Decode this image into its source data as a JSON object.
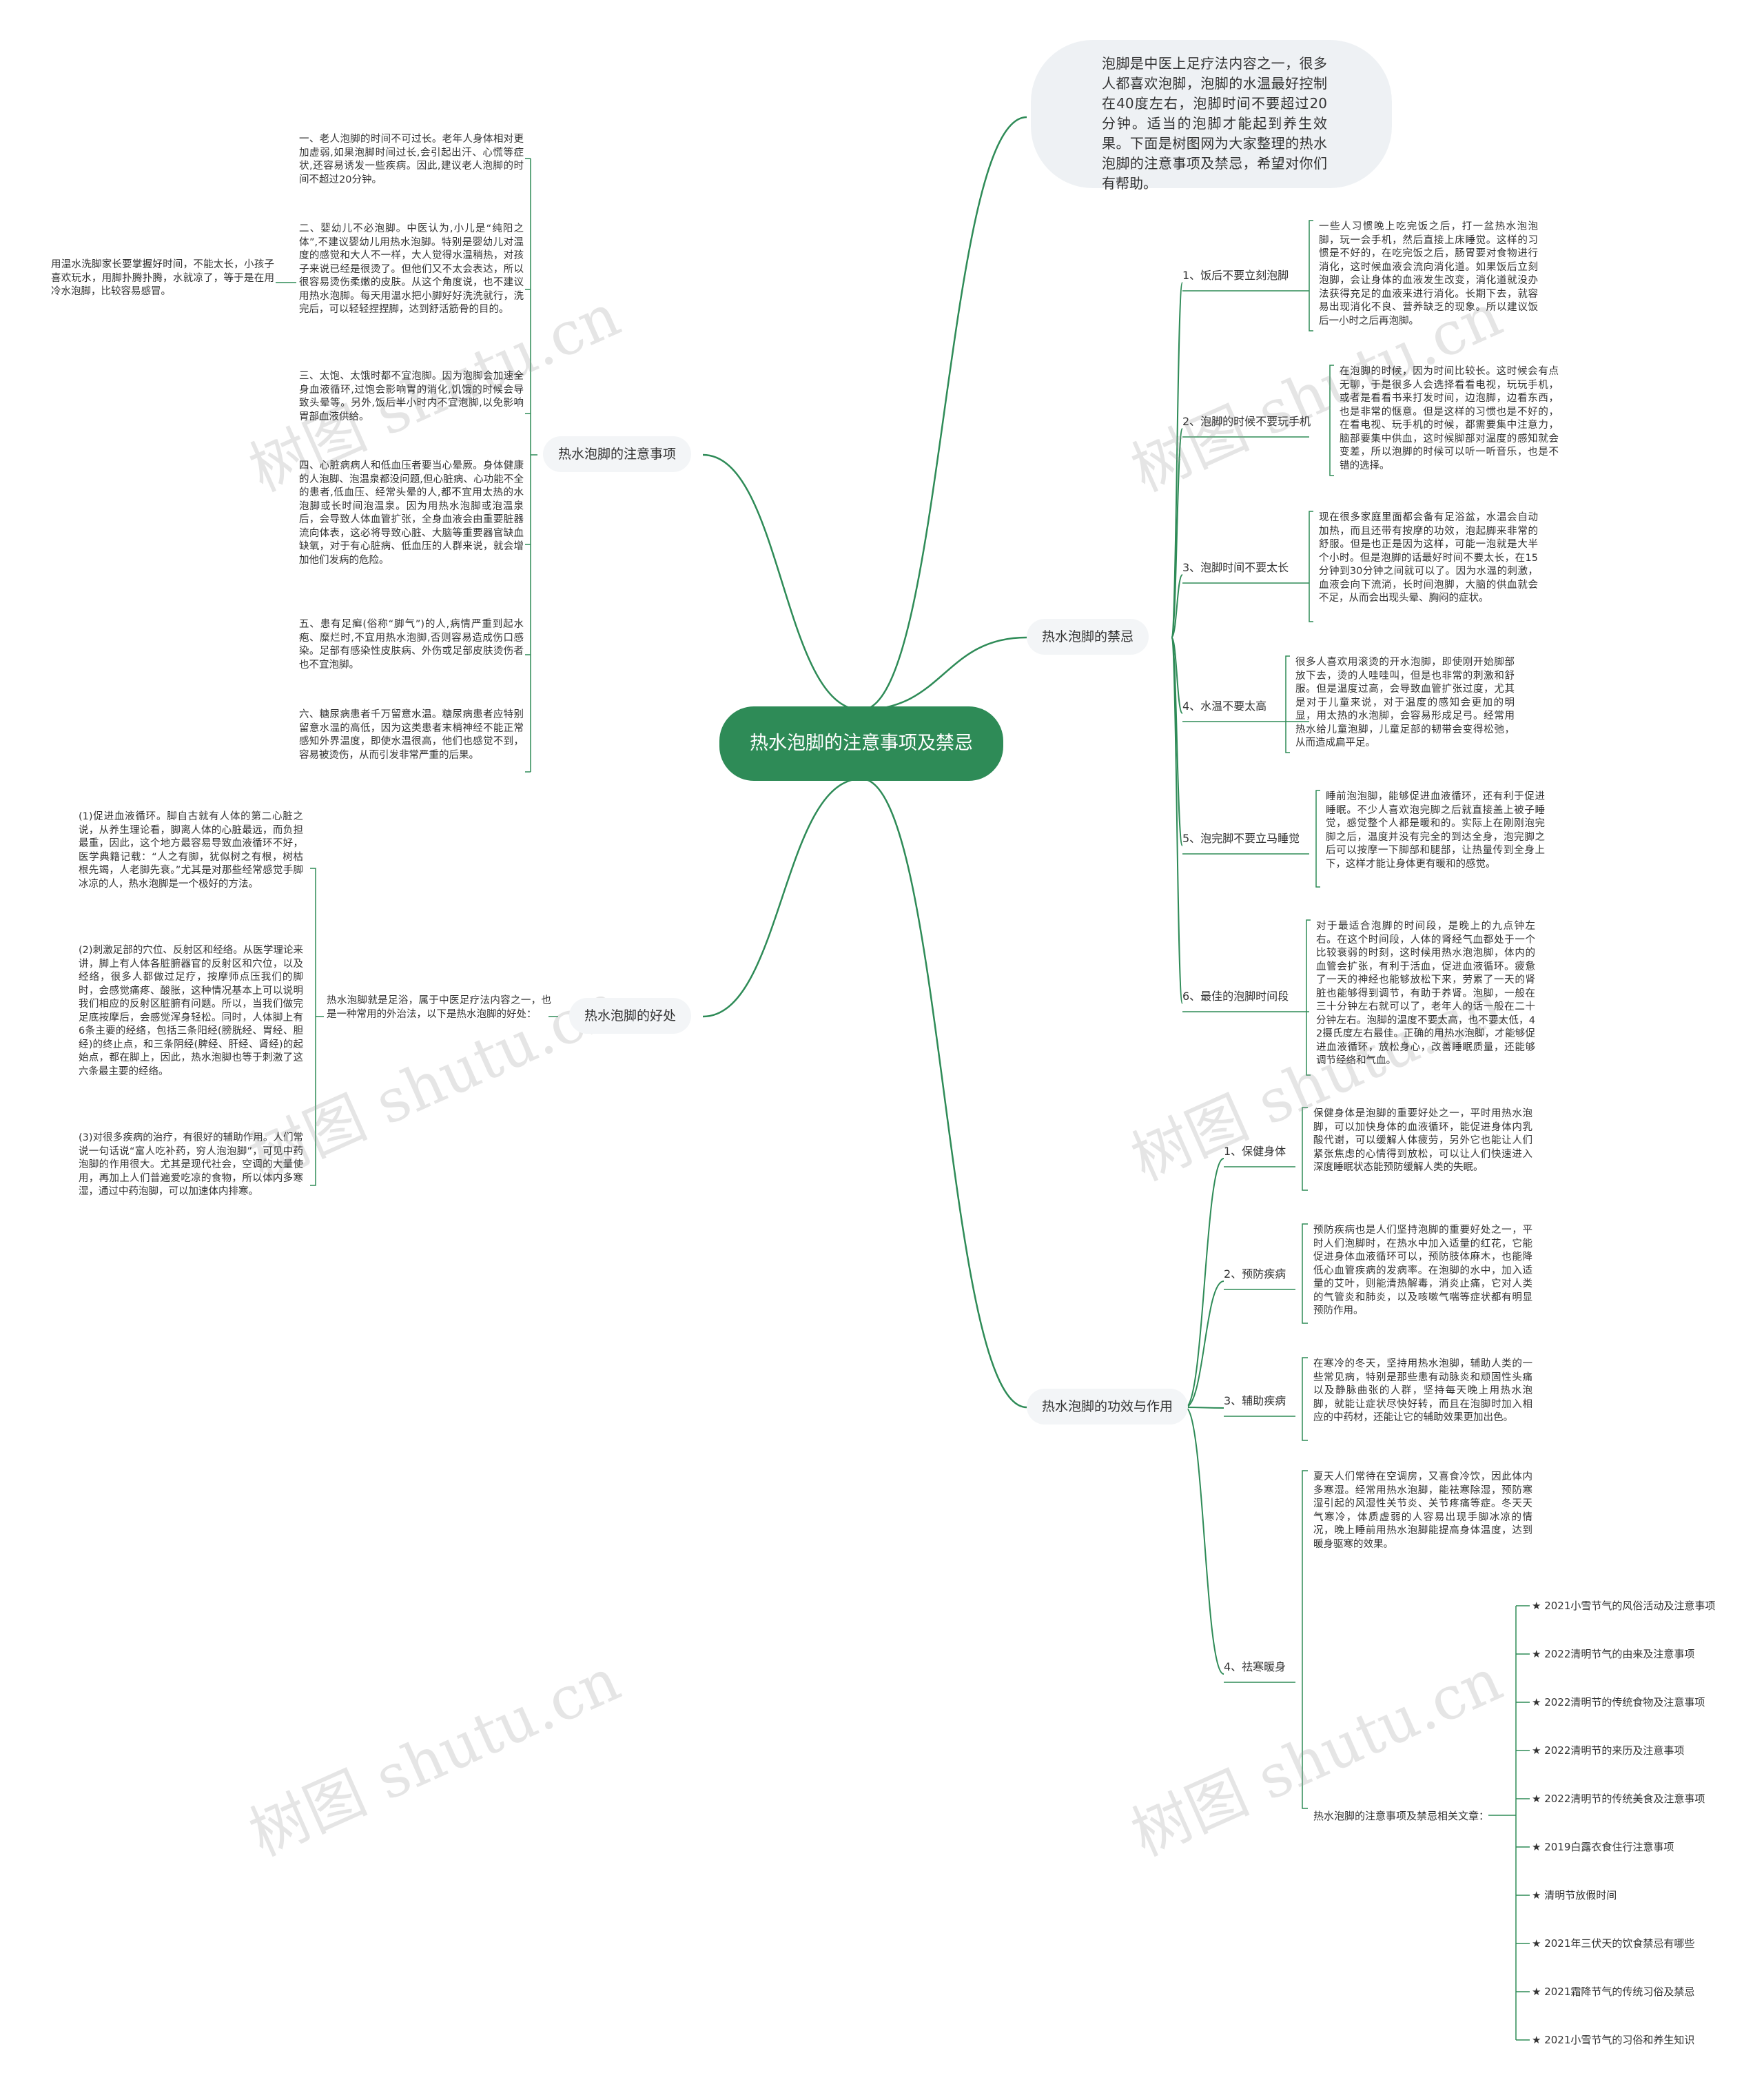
{
  "root": "热水泡脚的注意事项及禁忌",
  "intro": "泡脚是中医上足疗法内容之一，很多人都喜欢泡脚，泡脚的水温最好控制在40度左右，泡脚时间不要超过20分钟。适当的泡脚才能起到养生效果。下面是树图网为大家整理的热水泡脚的注意事项及禁忌，希望对你们有帮助。",
  "watermark": "树图 shutu.cn",
  "branches": {
    "attention": {
      "label": "热水泡脚的注意事项",
      "side_note": "用温水洗脚家长要掌握好时间，不能太长，小孩子喜欢玩水，用脚扑腾扑腾，水就凉了，等于是在用冷水泡脚，比较容易感冒。",
      "items": [
        "一、老人泡脚的时间不可过长。老年人身体相对更加虚弱,如果泡脚时间过长,会引起出汗、心慌等症状,还容易诱发一些疾病。因此,建议老人泡脚的时间不超过20分钟。",
        "二、婴幼儿不必泡脚。中医认为,小儿是“纯阳之体”,不建议婴幼儿用热水泡脚。特别是婴幼儿对温度的感觉和大人不一样，大人觉得水温稍热，对孩子来说已经是很烫了。但他们又不太会表达，所以很容易烫伤柔嫩的皮肤。从这个角度说，也不建议用热水泡脚。每天用温水把小脚好好洗洗就行，洗完后，可以轻轻捏捏脚，达到舒活筋骨的目的。",
        "三、太饱、太饿时都不宜泡脚。因为泡脚会加速全身血液循环,过饱会影响胃的消化,饥饿的时候会导致头晕等。另外,饭后半小时内不宜泡脚,以免影响胃部血液供给。",
        "四、心脏病病人和低血压者要当心晕厥。身体健康的人泡脚、泡温泉都没问题,但心脏病、心功能不全的患者,低血压、经常头晕的人,都不宜用太热的水泡脚或长时间泡温泉。因为用热水泡脚或泡温泉后，会导致人体血管扩张，全身血液会由重要脏器流向体表，这必将导致心脏、大脑等重要器官缺血缺氧，对于有心脏病、低血压的人群来说，就会增加他们发病的危险。",
        "五、患有足癣(俗称“脚气”)的人,病情严重到起水疱、糜烂时,不宜用热水泡脚,否则容易造成伤口感染。足部有感染性皮肤病、外伤或足部皮肤烫伤者也不宜泡脚。",
        "六、糖尿病患者千万留意水温。糖尿病患者应特别留意水温的高低，因为这类患者末梢神经不能正常感知外界温度，即使水温很高，他们也感觉不到，容易被烫伤，从而引发非常严重的后果。"
      ]
    },
    "benefits": {
      "label": "热水泡脚的好处",
      "summary": "热水泡脚就是足浴，属于中医足疗法内容之一，也是一种常用的外治法，以下是热水泡脚的好处：",
      "items": [
        "(1)促进血液循环。脚自古就有人体的第二心脏之说，从养生理论看，脚离人体的心脏最远，而负担最重，因此，这个地方最容易导致血液循环不好，医学典籍记载：“人之有脚，犹似树之有根，树枯根先竭，人老脚先衰。”尤其是对那些经常感觉手脚冰凉的人，热水泡脚是一个极好的方法。",
        "(2)刺激足部的穴位、反射区和经络。从医学理论来讲，脚上有人体各脏腑器官的反射区和穴位，以及经络，很多人都做过足疗，按摩师点压我们的脚时，会感觉痛疼、酸胀，这种情况基本上可以说明我们相应的反射区脏腑有问题。所以，当我们做完足底按摩后，会感觉浑身轻松。同时，人体脚上有6条主要的经络，包括三条阳经(膀胱经、胃经、胆经)的终止点，和三条阴经(脾经、肝经、肾经)的起始点，都在脚上，因此，热水泡脚也等于刺激了这六条最主要的经络。",
        "(3)对很多疾病的治疗，有很好的辅助作用。人们常说一句话说“富人吃补药，穷人泡泡脚”，可见中药泡脚的作用很大。尤其是现代社会，空调的大量使用，再加上人们普遍爱吃凉的食物，所以体内多寒湿，通过中药泡脚，可以加速体内排寒。"
      ]
    },
    "taboos": {
      "label": "热水泡脚的禁忌",
      "items": [
        {
          "title": "1、饭后不要立刻泡脚",
          "text": "一些人习惯晚上吃完饭之后，打一盆热水泡泡脚，玩一会手机，然后直接上床睡觉。这样的习惯是不好的，在吃完饭之后，肠胃要对食物进行消化，这时候血液会流向消化道。如果饭后立刻泡脚，会让身体的血液发生改变，消化道就没办法获得充足的血液来进行消化。长期下去，就容易出现消化不良、营养缺乏的现象。所以建议饭后一小时之后再泡脚。"
        },
        {
          "title": "2、泡脚的时候不要玩手机",
          "text": "在泡脚的时候，因为时间比较长。这时候会有点无聊，于是很多人会选择看看电视，玩玩手机，或者是看看书来打发时间，边泡脚，边看东西，也是非常的惬意。但是这样的习惯也是不好的，在看电视、玩手机的时候，都需要集中注意力，脑部要集中供血，这时候脚部对温度的感知就会变差，所以泡脚的时候可以听一听音乐，也是不错的选择。"
        },
        {
          "title": "3、泡脚时间不要太长",
          "text": "现在很多家庭里面都会备有足浴盆，水温会自动加热，而且还带有按摩的功效，泡起脚来非常的舒服。但是也正是因为这样，可能一泡就是大半个小时。但是泡脚的话最好时间不要太长，在15分钟到30分钟之间就可以了。因为水温的刺激，血液会向下流淌，长时间泡脚，大脑的供血就会不足，从而会出现头晕、胸闷的症状。"
        },
        {
          "title": "4、水温不要太高",
          "text": "很多人喜欢用滚烫的开水泡脚，即使刚开始脚部放下去，烫的人哇哇叫，但是也非常的刺激和舒服。但是温度过高，会导致血管扩张过度，尤其是对于儿童来说，对于温度的感知会更加的明显，用太热的水泡脚，会容易形成足弓。经常用热水给儿童泡脚，儿童足部的韧带会变得松弛，从而造成扁平足。"
        },
        {
          "title": "5、泡完脚不要立马睡觉",
          "text": "睡前泡泡脚，能够促进血液循环，还有利于促进睡眠。不少人喜欢泡完脚之后就直接盖上被子睡觉，感觉整个人都是暖和的。实际上在刚刚泡完脚之后，温度并没有完全的到达全身，泡完脚之后可以按摩一下脚部和腿部，让热量传到全身上下，这样才能让身体更有暖和的感觉。"
        },
        {
          "title": "6、最佳的泡脚时间段",
          "text": "对于最适合泡脚的时间段，是晚上的九点钟左右。在这个时间段，人体的肾经气血都处于一个比较衰弱的时刻，这时候用热水泡泡脚，体内的血管会扩张，有利于活血，促进血液循环。疲惫了一天的神经也能够放松下来，劳累了一天的肾脏也能够得到调节，有助于养肾。泡脚，一般在三十分钟左右就可以了，老年人的话一般在二十分钟左右。泡脚的温度不要太高，也不要太低，42摄氏度左右最佳。正确的用热水泡脚，才能够促进血液循环，放松身心，改善睡眠质量，还能够调节经络和气血。"
        }
      ]
    },
    "effects": {
      "label": "热水泡脚的功效与作用",
      "items": [
        {
          "title": "1、保健身体",
          "text": "保健身体是泡脚的重要好处之一，平时用热水泡脚，可以加快身体的血液循环，能促进身体内乳酸代谢，可以缓解人体疲劳，另外它也能让人们紧张焦虑的心情得到放松，可以让人们快速进入深度睡眠状态能预防缓解人类的失眠。"
        },
        {
          "title": "2、预防疾病",
          "text": "预防疾病也是人们坚持泡脚的重要好处之一，平时人们泡脚时，在热水中加入适量的红花，它能促进身体血液循环可以，预防肢体麻木，也能降低心血管疾病的发病率。在泡脚的水中，加入适量的艾叶，则能清热解毒，消炎止痛，它对人类的气管炎和肺炎，以及咳嗽气喘等症状都有明显预防作用。"
        },
        {
          "title": "3、辅助疾病",
          "text": "在寒冷的冬天，坚持用热水泡脚，辅助人类的一些常见病，特别是那些患有动脉炎和顽固性头痛以及静脉曲张的人群，坚持每天晚上用热水泡脚，就能让症状尽快好转，而且在泡脚时加入相应的中药材，还能让它的辅助效果更加出色。"
        },
        {
          "title": "4、祛寒暖身",
          "text": "夏天人们常待在空调房，又喜食冷饮，因此体内多寒湿。经常用热水泡脚，能祛寒除湿，预防寒湿引起的风湿性关节炎、关节疼痛等症。冬天天气寒冷，体质虚弱的人容易出现手脚冰凉的情况，晚上睡前用热水泡脚能提高身体温度，达到暖身驱寒的效果。"
        }
      ],
      "related": {
        "label": "热水泡脚的注意事项及禁忌相关文章：",
        "items": [
          "★ 2021小雪节气的风俗活动及注意事项",
          "★ 2022清明节气的由来及注意事项",
          "★ 2022清明节的传统食物及注意事项",
          "★ 2022清明节的来历及注意事项",
          "★ 2022清明节的传统美食及注意事项",
          "★ 2019白露衣食住行注意事项",
          "★ 清明节放假时间",
          "★ 2021年三伏天的饮食禁忌有哪些",
          "★ 2021霜降节气的传统习俗及禁忌",
          "★ 2021小雪节气的习俗和养生知识"
        ]
      }
    }
  },
  "colors": {
    "accent": "#2e8b57",
    "line": "#2e8b57",
    "pill": "#f3f5f7",
    "intro_bg": "#eef1f4"
  }
}
